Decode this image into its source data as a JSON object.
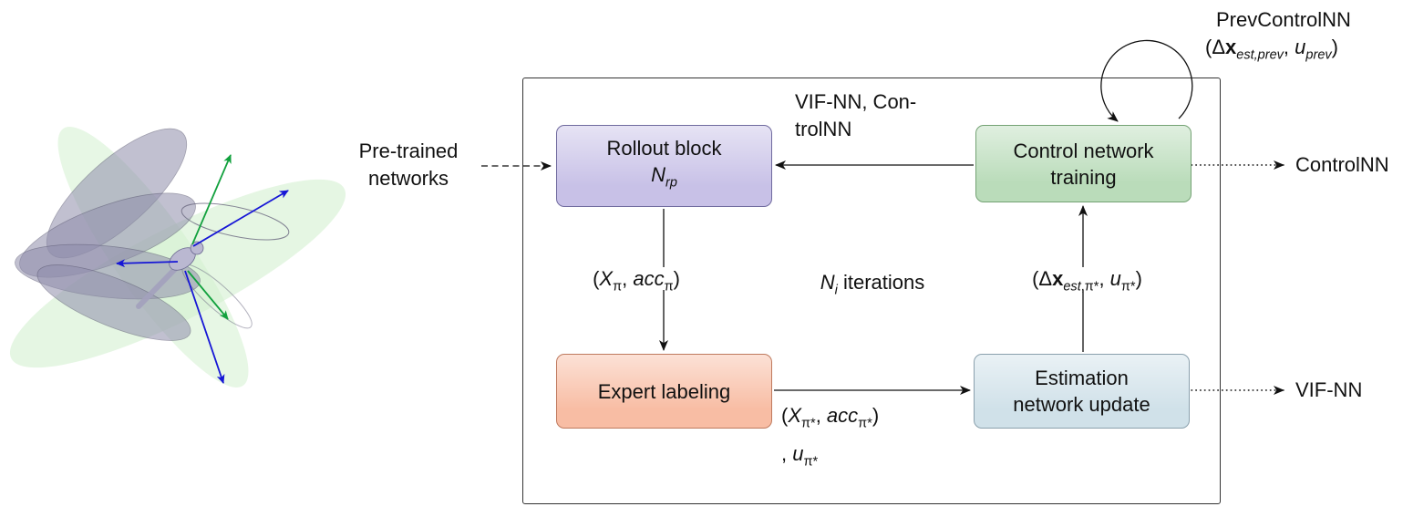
{
  "figure": {
    "description": "3D render of a flapping-wing dragonfly model with translucent stroke-plane ellipses, gray wings and body coordinate axes",
    "colors": {
      "stroke_plane": "#d4f0d0",
      "wing_fill": "#8f8dab",
      "wing_outline": "#55536e",
      "body_fill": "#bab8d1",
      "axis_blue": "#1616d6",
      "axis_green": "#12a13e"
    }
  },
  "flowchart": {
    "frame_color": "#333333",
    "arrow_color": "#111111",
    "input_label": {
      "line1": "Pre-trained",
      "line2": "networks"
    },
    "boxes": {
      "rollout": {
        "line1": "Rollout block",
        "symbol_html": "<i>N<sub>rp</sub></i>",
        "fill": "#c8c1e7",
        "border": "#6f6a9e"
      },
      "control": {
        "line1": "Control network",
        "line2": "training",
        "fill": "#badcba",
        "border": "#74a274"
      },
      "expert": {
        "label": "Expert labeling",
        "fill": "#f8bda4",
        "border": "#bf7a5e"
      },
      "estimation": {
        "line1": "Estimation",
        "line2": "network update",
        "fill": "#d0e1e9",
        "border": "#8aa0ad"
      }
    },
    "edge_labels": {
      "control_to_rollout_line1": "VIF-NN, Con-",
      "control_to_rollout_line2": "trolNN",
      "rollout_to_expert_html": "(<i>X</i><sub>π</sub>, <i>acc</i><sub>π</sub>)",
      "iterations_html": "<i>N<sub>i</sub></i> iterations",
      "expert_to_estimation_line1_html": "(<i>X</i><sub>π*</sub>, <i>acc</i><sub>π*</sub>)",
      "expert_to_estimation_line2_html": ", <i>u</i><sub>π*</sub>",
      "estimation_to_control_html": "(Δ<b>x</b><sub><i>est</i>,π*</sub>, <i>u</i><sub>π*</sub>)",
      "self_loop_line1": "PrevControlNN",
      "self_loop_line2_html": "(Δ<b>x</b><sub><i>est,prev</i></sub>, <i>u</i><sub><i>prev</i></sub>)"
    },
    "outputs": {
      "controlnn": "ControlNN",
      "vifnn": "VIF-NN"
    }
  }
}
